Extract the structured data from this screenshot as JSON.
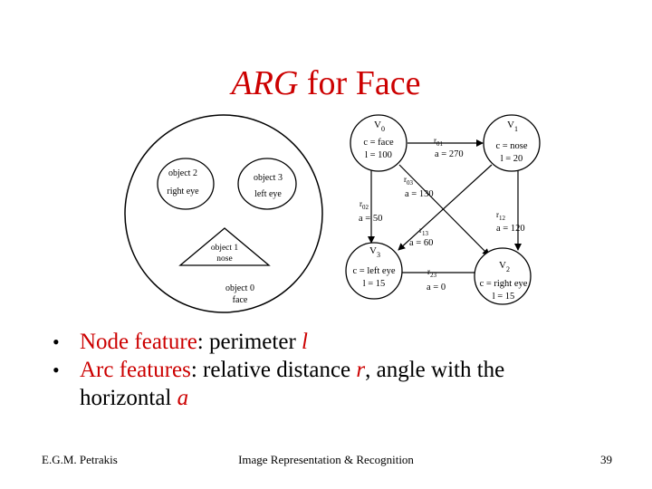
{
  "slide": {
    "title_italic": "ARG",
    "title_rest": " for Face",
    "page_number": "39"
  },
  "face": {
    "right_eye": [
      "object 2",
      "right eye"
    ],
    "left_eye": [
      "object 3",
      "left eye"
    ],
    "nose": [
      "object 1",
      "nose"
    ],
    "face": [
      "object 0",
      "face"
    ]
  },
  "graph": {
    "v0": {
      "name": "V",
      "sub": "0",
      "c": "c = face",
      "l": "l = 100"
    },
    "v1": {
      "name": "V",
      "sub": "1",
      "c": "c = nose",
      "l": "l = 20"
    },
    "v2": {
      "name": "V",
      "sub": "2",
      "c": "c = right eye",
      "l": "l = 15"
    },
    "v3": {
      "name": "V",
      "sub": "3",
      "c": "c = left eye",
      "l": "l = 15"
    },
    "r01": {
      "name": "r",
      "sub": "01",
      "a": "a = 270"
    },
    "r02": {
      "name": "r",
      "sub": "02",
      "a": "a = 50"
    },
    "r03": {
      "name": "r",
      "sub": "03",
      "a": "a = 130"
    },
    "r12": {
      "name": "r",
      "sub": "12",
      "a": "a = 120"
    },
    "r13": {
      "name": "r",
      "sub": "13",
      "a": "a = 60"
    },
    "r23": {
      "name": "r",
      "sub": "23",
      "a": "a = 0"
    }
  },
  "bullets": {
    "b1_label": "Node feature",
    "b1_rest": ": perimeter ",
    "b1_var": "l",
    "b2_label": "Arc features",
    "b2_rest": ": relative distance ",
    "b2_var_r": "r",
    "b2_mid": ", angle with the",
    "b2_line2": "horizontal ",
    "b2_var_a": "a",
    "marker": "•"
  },
  "footer": {
    "author": "E.G.M. Petrakis",
    "course": "Image Representation & Recognition"
  }
}
